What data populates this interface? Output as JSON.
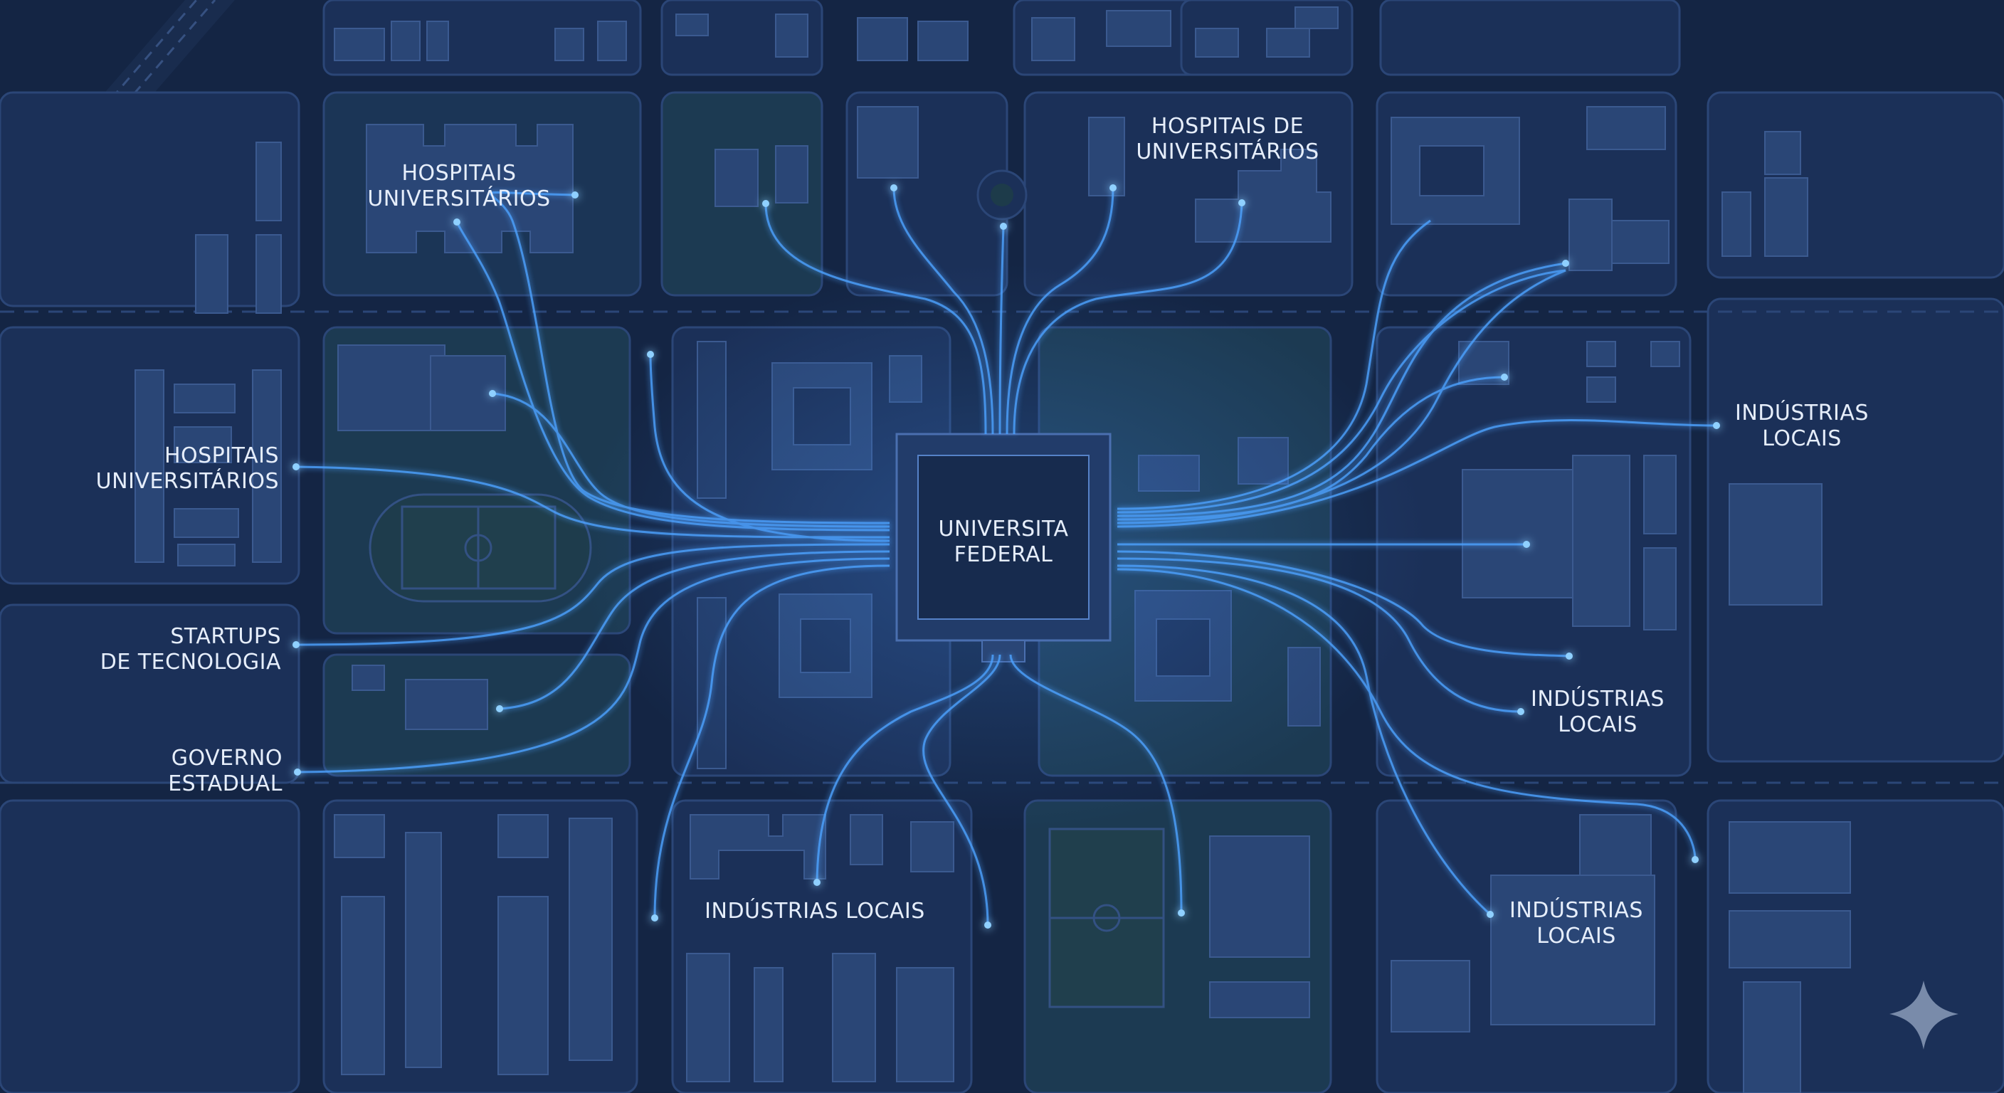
{
  "map": {
    "center": {
      "line1": "UNIVERSITA",
      "line2": "FEDERAL"
    },
    "labels": [
      {
        "id": "hosp-top-left",
        "line1": "HOSPITAIS",
        "line2": "UNIVERSITÁRIOS"
      },
      {
        "id": "hosp-top-center",
        "line1": "HOSPITAIS DE",
        "line2": "UNIVERSITÁRIOS"
      },
      {
        "id": "hosp-left",
        "line1": "HOSPITAIS",
        "line2": "UNIVERSITÁRIOS"
      },
      {
        "id": "startups-left",
        "line1": "STARTUPS",
        "line2": "DE TECNOLOGIA"
      },
      {
        "id": "governo-left",
        "line1": "GOVERNO",
        "line2": "ESTADUAL"
      },
      {
        "id": "ind-bottom-center",
        "line1": "INDÚSTRIAS LOCAIS",
        "line2": ""
      },
      {
        "id": "ind-right-top",
        "line1": "INDÚSTRIAS",
        "line2": "LOCAIS"
      },
      {
        "id": "ind-right-mid",
        "line1": "INDÚSTRIAS",
        "line2": "LOCAIS"
      },
      {
        "id": "ind-right-bottom",
        "line1": "INDÚSTRIAS",
        "line2": "LOCAIS"
      }
    ],
    "colors": {
      "background": "#142544",
      "block": "#1b3058",
      "park": "#1d3b4a",
      "building": "#2a4676",
      "connection": "#4ea2ff",
      "node": "#8fd0ff"
    },
    "icons": [
      "sparkle-icon"
    ]
  }
}
